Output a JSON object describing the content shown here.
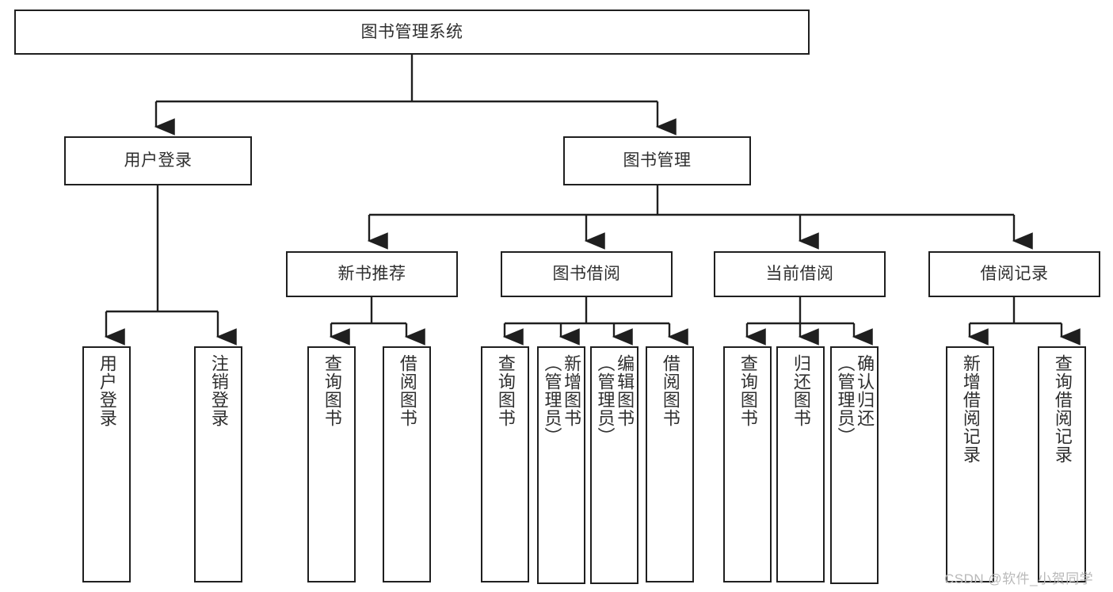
{
  "diagram": {
    "title": "图书管理系统",
    "type": "hierarchy-tree",
    "watermark": "CSDN @软件_小贺同学",
    "colors": {
      "stroke": "#1f1f1f",
      "fill": "#ffffff",
      "text": "#2f2f2f",
      "watermark": "#b9b9b9"
    },
    "nodes": {
      "root": {
        "label": "图书管理系统"
      },
      "level2": [
        {
          "label": "用户登录"
        },
        {
          "label": "图书管理"
        }
      ],
      "level3": [
        {
          "label": "新书推荐"
        },
        {
          "label": "图书借阅"
        },
        {
          "label": "当前借阅"
        },
        {
          "label": "借阅记录"
        }
      ],
      "leaves": {
        "user_login": [
          {
            "label": "用户登录"
          },
          {
            "label": "注销登录"
          }
        ],
        "new_book_recommend": [
          {
            "label": "查询图书"
          },
          {
            "label": "借阅图书"
          }
        ],
        "book_borrow": [
          {
            "label": "查询图书"
          },
          {
            "label": "新增图书\n（管理员）"
          },
          {
            "label": "编辑图书\n（管理员）"
          },
          {
            "label": "借阅图书"
          }
        ],
        "current_borrow": [
          {
            "label": "查询图书"
          },
          {
            "label": "归还图书"
          },
          {
            "label": "确认归还\n（管理员）"
          }
        ],
        "borrow_record": [
          {
            "label": "新增借阅记录"
          },
          {
            "label": "查询借阅记录"
          }
        ]
      }
    }
  }
}
